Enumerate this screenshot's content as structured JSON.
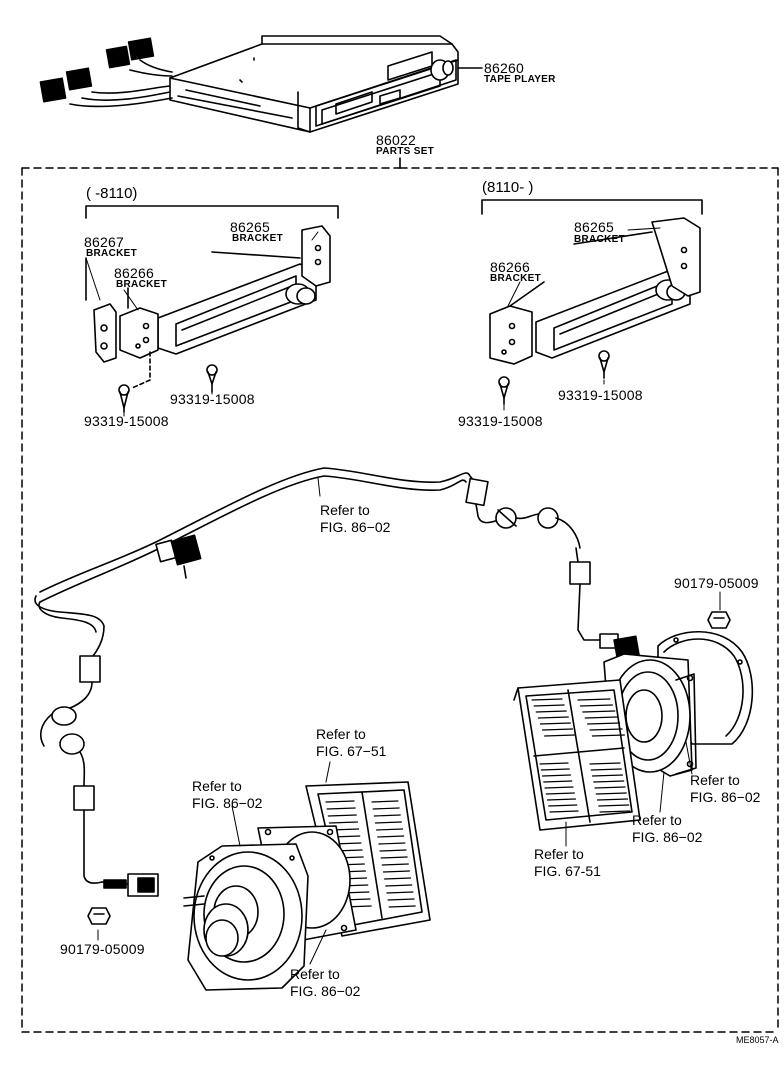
{
  "tape_player": {
    "part_number": "86260",
    "name": "TAPE PLAYER"
  },
  "parts_set": {
    "part_number": "86022",
    "name": "PARTS SET"
  },
  "left_group": {
    "range": "(      -8110)",
    "bracket_86267": {
      "part_number": "86267",
      "name": "BRACKET"
    },
    "bracket_86266": {
      "part_number": "86266",
      "name": "BRACKET"
    },
    "bracket_86265": {
      "part_number": "86265",
      "name": "BRACKET"
    },
    "screw_right": "93319-15008",
    "screw_left": "93319-15008"
  },
  "right_group": {
    "range": "(8110-      )",
    "bracket_86265": {
      "part_number": "86265",
      "name": "BRACKET"
    },
    "bracket_86266": {
      "part_number": "86266",
      "name": "BRACKET"
    },
    "screw_right": "93319-15008",
    "screw_left": "93319-15008"
  },
  "references": {
    "harness_center": "Refer to\nFIG. 86−02",
    "harness_left": "Refer to\nFIG. 86−02",
    "grille_left": "Refer to\nFIG. 67−51",
    "speaker_left_bottom": "Refer to\nFIG. 86−02",
    "speaker_right_ring": "Refer to\nFIG. 86−02",
    "speaker_right_bracket": "Refer to\nFIG. 86−02",
    "grille_right": "Refer to\nFIG. 67-51"
  },
  "clip_right": "90179-05009",
  "clip_left": "90179-05009",
  "diagram_code": "ME8057-A"
}
